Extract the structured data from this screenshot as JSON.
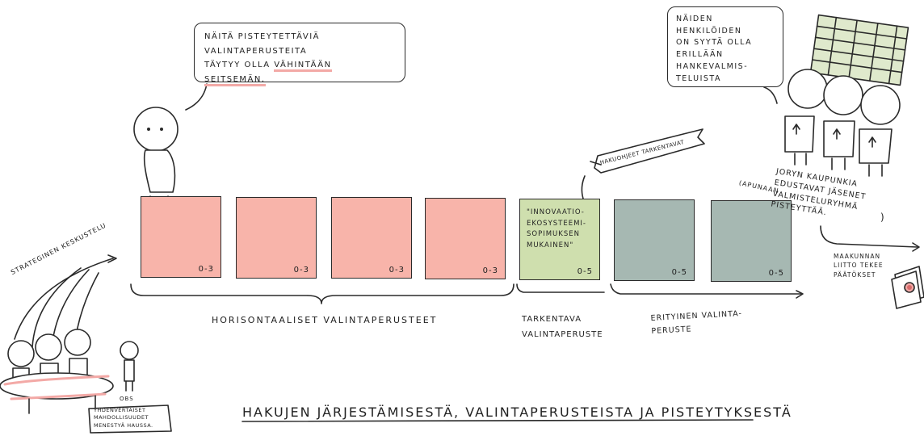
{
  "title": "HAKUJEN JÄRJESTÄMISESTÄ, VALINTAPERUSTEISTA JA PISTEYTYKSESTÄ",
  "colors": {
    "horizontal": "#f8b4aa",
    "specifying": "#cfdfae",
    "special": "#a6b8b2",
    "underline": "#f3a9a6",
    "sheet": "#dfe9cc"
  },
  "bubbles": {
    "min_criteria": {
      "line1": "NÄITÄ PISTEYTETTÄVIÄ VALINTAPERUSTEITA",
      "line2_a": "TÄYTYY OLLA ",
      "line2_b": "VÄHINTÄÄN",
      "line3": "SEITSEMÄN."
    },
    "persons": "NÄIDEN HENKILÖIDEN\nON SYYTÄ OLLA\nERILLÄÄN\nHANKEVALMIS-\nTELUISTA"
  },
  "boxes": [
    {
      "id": "h1",
      "group": "horizontal",
      "score": "0-3"
    },
    {
      "id": "h2",
      "group": "horizontal",
      "score": "0-3"
    },
    {
      "id": "h3",
      "group": "horizontal",
      "score": "0-3"
    },
    {
      "id": "h4",
      "group": "horizontal",
      "score": "0-3"
    },
    {
      "id": "t1",
      "group": "specifying",
      "score": "0-5",
      "text": "\"INNOVAATIO-\nEKOSYSTEEMI-\nSOPIMUKSEN\nMUKAINEN\""
    },
    {
      "id": "s1",
      "group": "special",
      "score": "0-5"
    },
    {
      "id": "s2",
      "group": "special",
      "score": "0-5"
    }
  ],
  "labels": {
    "horizontal": "HORISONTAALISET VALINTAPERUSTEET",
    "specifying": "TARKENTAVA\nVALINTAPERUSTE",
    "special": "ERITYINEN VALINTA-\nPERUSTE",
    "strategic": "STRATEGINEN KESKUSTELU",
    "guidance": "HAKUOHJEET TARKENTAVAT",
    "city_members": "JORYN KAUPUNKIA\nEDUSTAVAT JÄSENET\nVALMISTELURYHMÄ\nPISTEYTTÄÄ.",
    "helper": "(APUNAAN",
    "closing_paren": ")",
    "council": "MAAKUNNAN\nLIITTO TEKEE\nPÄÄTÖKSET",
    "obs": "OBS",
    "equal_chances": "YHDENVERTAISET\nMAHDOLLISUUDET\nMENESTYÄ HAUSSA."
  }
}
